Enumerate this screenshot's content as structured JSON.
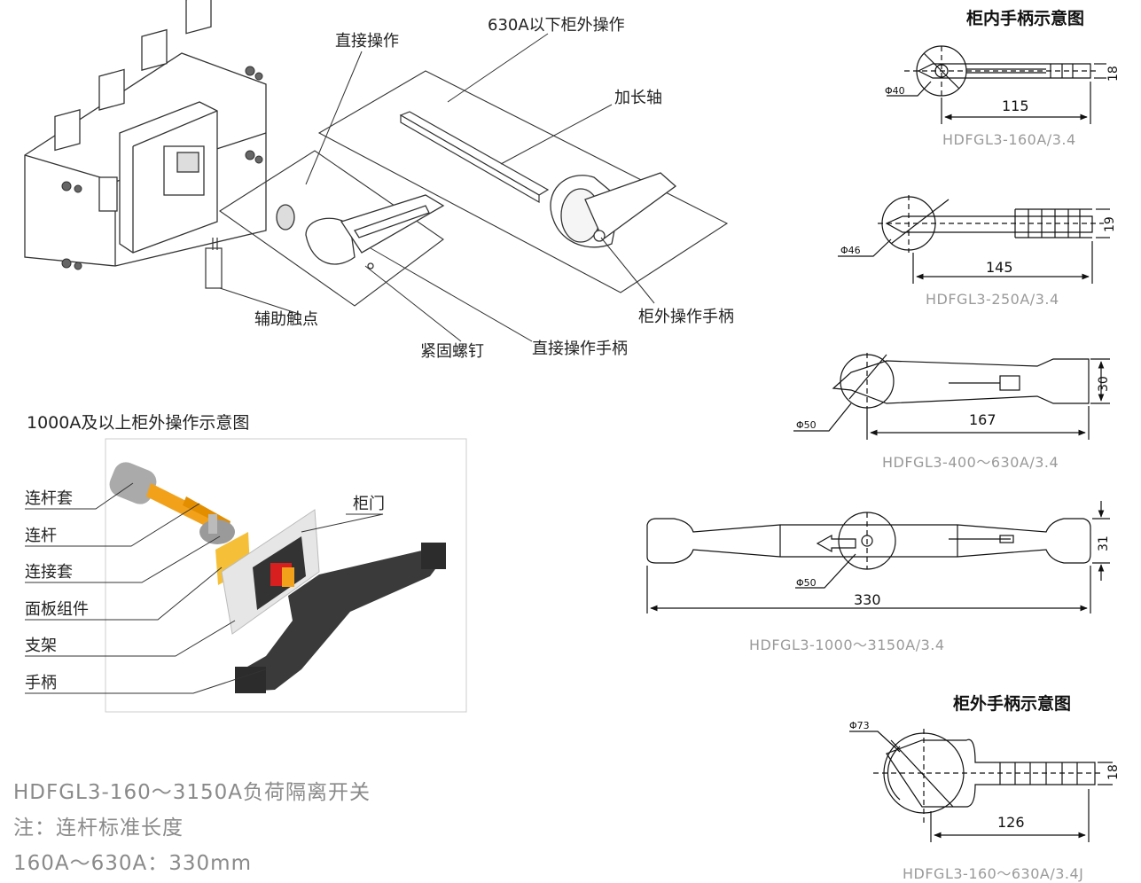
{
  "top_diagram": {
    "labels": {
      "direct_operation": "直接操作",
      "external_630": "630A以下柜外操作",
      "extension_shaft": "加长轴",
      "aux_contact": "辅助触点",
      "fastening_screw": "紧固螺钉",
      "direct_handle": "直接操作手柄",
      "external_handle": "柜外操作手柄"
    }
  },
  "left_diagram": {
    "title": "1000A及以上柜外操作示意图",
    "parts": [
      "连杆套",
      "连杆",
      "连接套",
      "面板组件",
      "支架",
      "手柄"
    ],
    "cabinet_door": "柜门"
  },
  "notes": {
    "line1": "HDFGL3-160～3150A负荷隔离开关",
    "line2": "注：连杆标准长度",
    "line3": "160A～630A：330mm"
  },
  "right_panel": {
    "inner_title": "柜内手柄示意图",
    "outer_title": "柜外手柄示意图",
    "h1": {
      "phi": "Φ40",
      "length": "115",
      "height": "18",
      "model": "HDFGL3-160A/3.4"
    },
    "h2": {
      "phi": "Φ46",
      "length": "145",
      "height": "19",
      "model": "HDFGL3-250A/3.4"
    },
    "h3": {
      "phi": "Φ50",
      "length": "167",
      "height": "30",
      "model": "HDFGL3-400～630A/3.4"
    },
    "h4": {
      "phi": "Φ50",
      "length": "330",
      "height": "31",
      "model": "HDFGL3-1000～3150A/3.4"
    },
    "h5": {
      "phi": "Φ73",
      "length": "126",
      "height": "18",
      "model": "HDFGL3-160～630A/3.4J"
    }
  }
}
